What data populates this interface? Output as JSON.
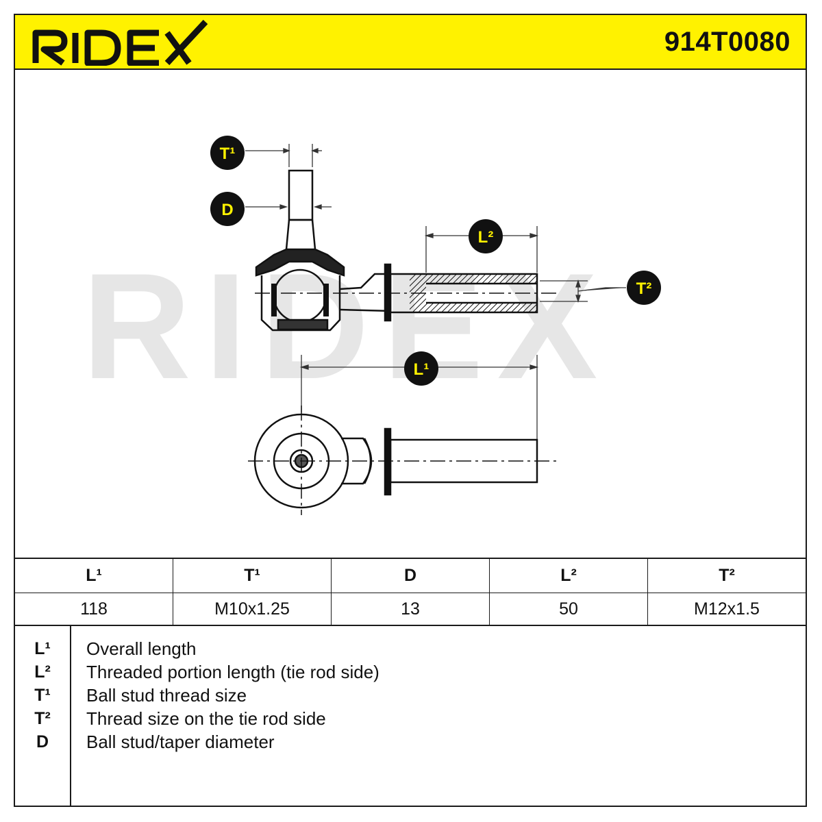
{
  "header": {
    "brand": "RIDEX",
    "part_number": "914T0080",
    "background_color": "#fff200"
  },
  "drawing": {
    "watermark": "RIDEX",
    "callouts": {
      "t1": "T¹",
      "d": "D",
      "l2": "L²",
      "t2": "T²",
      "l1": "L¹"
    }
  },
  "spec_table": {
    "headers": [
      "L¹",
      "T¹",
      "D",
      "L²",
      "T²"
    ],
    "values": [
      "118",
      "M10x1.25",
      "13",
      "50",
      "M12x1.5"
    ]
  },
  "legend": [
    {
      "key": "L¹",
      "text": "Overall length"
    },
    {
      "key": "L²",
      "text": "Threaded portion length (tie rod side)"
    },
    {
      "key": "T¹",
      "text": "Ball stud thread size"
    },
    {
      "key": "T²",
      "text": "Thread size on the tie rod side"
    },
    {
      "key": "D",
      "text": "Ball stud/taper diameter"
    }
  ]
}
